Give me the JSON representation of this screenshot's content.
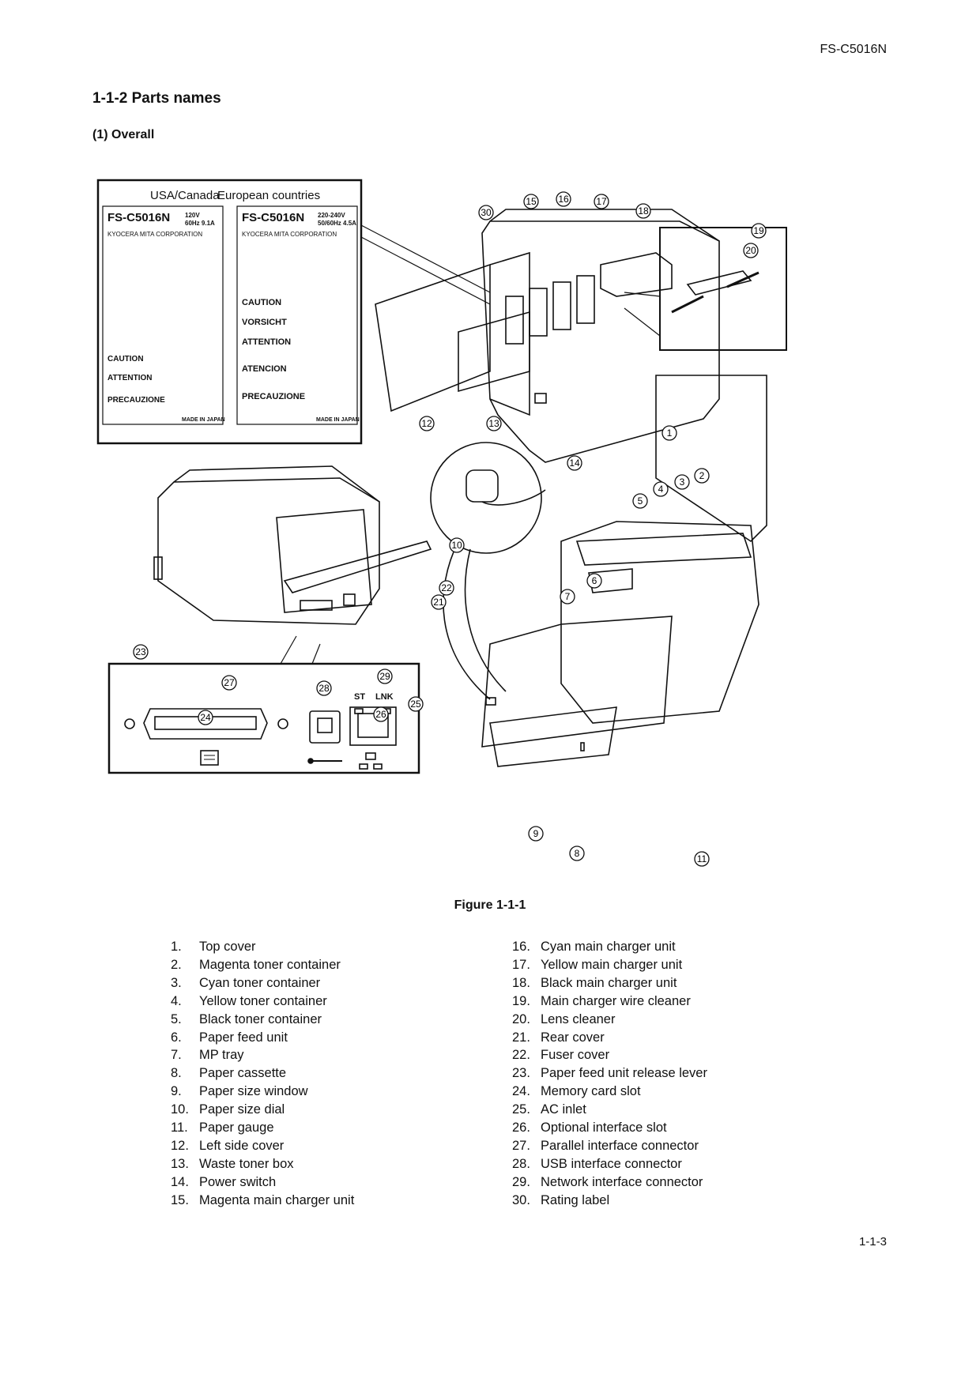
{
  "header": {
    "model": "FS-C5016N"
  },
  "section": {
    "title": "1-1-2  Parts names",
    "subtitle": "(1) Overall"
  },
  "figure": {
    "caption": "Figure 1-1-1",
    "rating_label": {
      "usa_heading": "USA/Canada",
      "eu_heading": "European countries",
      "usa_model": "FS-C5016N",
      "usa_rating_1": "120V",
      "usa_rating_2": "60Hz  9.1A",
      "eu_model": "FS-C5016N",
      "eu_rating_1": "220-240V",
      "eu_rating_2": "50/60Hz 4.5A",
      "maker": "KYOCERA MITA CORPORATION",
      "usa_lines": [
        "CAUTION",
        "ATTENTION",
        "PRECAUZIONE"
      ],
      "eu_lines": [
        "CAUTION",
        "VORSICHT",
        "ATTENTION",
        "ATENCION",
        "PRECAUZIONE"
      ],
      "made_in": "MADE IN JAPAN"
    },
    "interface_panel": {
      "st": "ST",
      "lnk": "LNK"
    },
    "callouts": [
      "1",
      "2",
      "3",
      "4",
      "5",
      "6",
      "7",
      "8",
      "9",
      "10",
      "11",
      "12",
      "13",
      "14",
      "15",
      "16",
      "17",
      "18",
      "19",
      "20",
      "21",
      "22",
      "23",
      "24",
      "25",
      "26",
      "27",
      "28",
      "29",
      "30"
    ]
  },
  "parts_left": [
    {
      "num": "1.",
      "name": "Top cover"
    },
    {
      "num": "2.",
      "name": "Magenta toner container"
    },
    {
      "num": "3.",
      "name": "Cyan toner container"
    },
    {
      "num": "4.",
      "name": "Yellow toner container"
    },
    {
      "num": "5.",
      "name": "Black toner container"
    },
    {
      "num": "6.",
      "name": "Paper feed unit"
    },
    {
      "num": "7.",
      "name": "MP tray"
    },
    {
      "num": "8.",
      "name": "Paper cassette"
    },
    {
      "num": "9.",
      "name": "Paper size window"
    },
    {
      "num": "10.",
      "name": "Paper size dial"
    },
    {
      "num": "11.",
      "name": "Paper gauge"
    },
    {
      "num": "12.",
      "name": "Left side cover"
    },
    {
      "num": "13.",
      "name": "Waste toner box"
    },
    {
      "num": "14.",
      "name": "Power switch"
    },
    {
      "num": "15.",
      "name": "Magenta main charger unit"
    }
  ],
  "parts_right": [
    {
      "num": "16.",
      "name": "Cyan main charger unit"
    },
    {
      "num": "17.",
      "name": "Yellow main charger unit"
    },
    {
      "num": "18.",
      "name": "Black main charger unit"
    },
    {
      "num": "19.",
      "name": "Main charger wire cleaner"
    },
    {
      "num": "20.",
      "name": "Lens cleaner"
    },
    {
      "num": "21.",
      "name": "Rear cover"
    },
    {
      "num": "22.",
      "name": "Fuser cover"
    },
    {
      "num": "23.",
      "name": "Paper feed unit release lever"
    },
    {
      "num": "24.",
      "name": "Memory card slot"
    },
    {
      "num": "25.",
      "name": "AC inlet"
    },
    {
      "num": "26.",
      "name": "Optional interface slot"
    },
    {
      "num": "27.",
      "name": "Parallel interface connector"
    },
    {
      "num": "28.",
      "name": "USB interface connector"
    },
    {
      "num": "29.",
      "name": "Network interface connector"
    },
    {
      "num": "30.",
      "name": "Rating label"
    }
  ],
  "footer": {
    "page": "1-1-3"
  }
}
